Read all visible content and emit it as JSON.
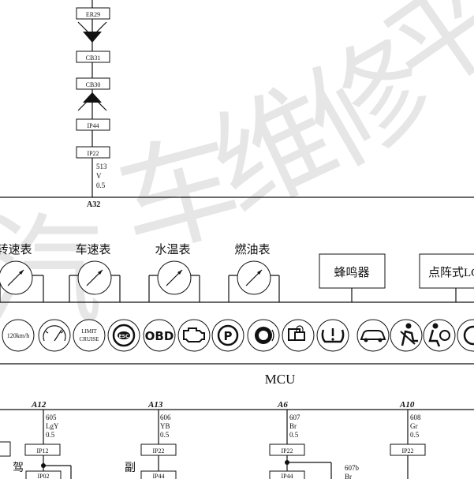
{
  "watermark": [
    "汽",
    "车",
    "维",
    "修",
    "平"
  ],
  "top_connectors": [
    "ER29",
    "CB31",
    "CB30",
    "IP44",
    "IP22"
  ],
  "top_wire": {
    "code": "513",
    "color": "V",
    "size": "0.5"
  },
  "top_pin": "A32",
  "gauges": [
    {
      "id": "tachometer",
      "label": "转速表"
    },
    {
      "id": "speedometer",
      "label": "车速表"
    },
    {
      "id": "coolant-temp",
      "label": "水温表"
    },
    {
      "id": "fuel",
      "label": "燃油表"
    }
  ],
  "boxes": {
    "buzzer": "蜂鸣器",
    "matrix_lcd": "点阵式LC"
  },
  "indicators": {
    "speed": "120km/h",
    "limit_line1": "LIMIT",
    "limit_line2": "CRUISE",
    "esc": "ESC",
    "obd": "OBD",
    "park": "P"
  },
  "mcu_label": "MCU",
  "pins": [
    {
      "id": "A12",
      "wire": "605",
      "color": "LgY",
      "size": "0.5",
      "conn1": "IP12",
      "conn2": "IP02",
      "side_label": "驾"
    },
    {
      "id": "A13",
      "wire": "606",
      "color": "YB",
      "size": "0.5",
      "conn1": "IP22",
      "conn2": "IP44",
      "side_label": "副"
    },
    {
      "id": "A6",
      "wire": "607",
      "color": "Br",
      "size": "0.5",
      "conn1": "IP22",
      "conn2": "IP44",
      "branch_wire": "607b",
      "branch_color": "Br"
    },
    {
      "id": "A10",
      "wire": "608",
      "color": "Gr",
      "size": "0.5",
      "conn1": "IP22"
    }
  ]
}
